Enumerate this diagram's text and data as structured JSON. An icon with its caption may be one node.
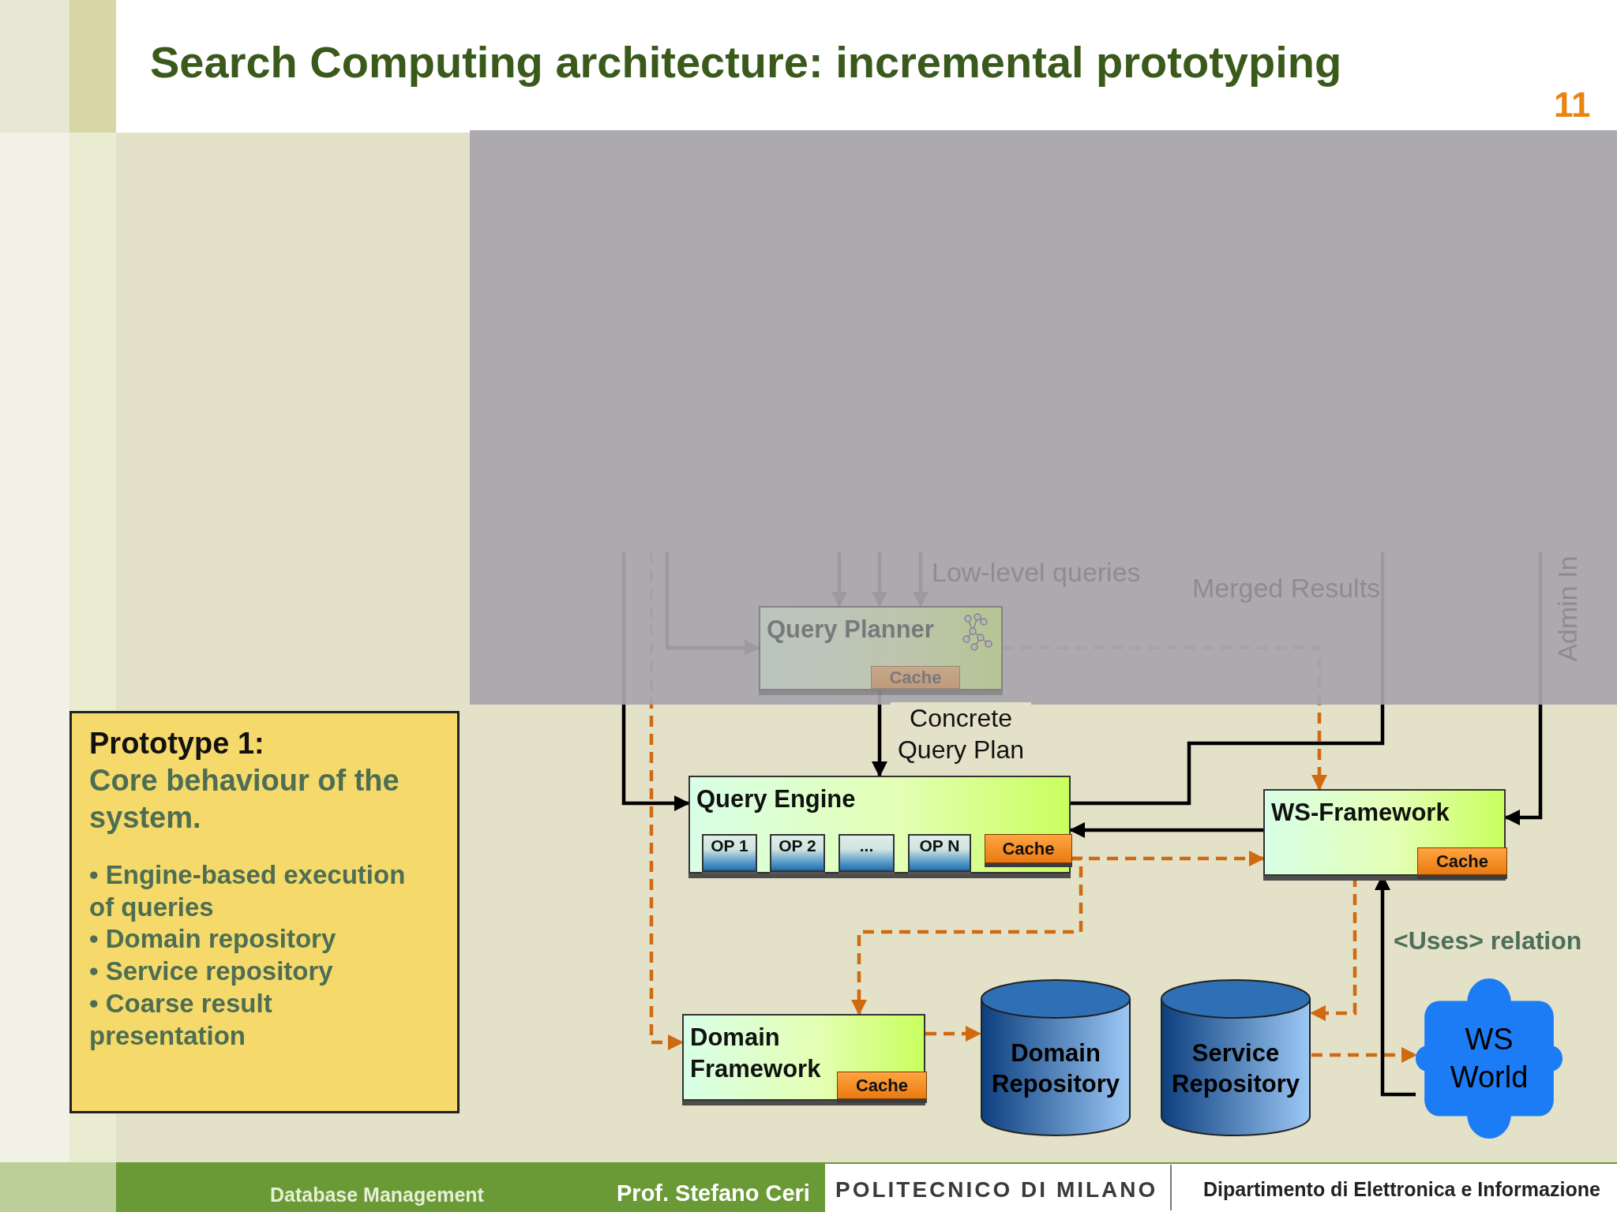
{
  "diagram": {
    "title": "Search Computing architecture: incremental prototyping",
    "nodes": [
      {
        "text": [
          "Prototype 1:",
          "Core behaviour of the system.",
          "• Engine-based execution of queries",
          "• Domain repository",
          "• Service repository",
          "• Coarse result presentation"
        ]
      },
      {
        "text": [
          "Query Planner"
        ]
      },
      {
        "text": [
          "Cache"
        ],
        "in": 1
      },
      {
        "text": [
          "Query Engine"
        ]
      },
      {
        "text": [
          "OP 1"
        ],
        "in": 3
      },
      {
        "text": [
          "OP 2"
        ],
        "in": 3
      },
      {
        "text": [
          "..."
        ],
        "in": 3
      },
      {
        "text": [
          "OP N"
        ],
        "in": 3
      },
      {
        "text": [
          "Cache"
        ],
        "in": 3
      },
      {
        "text": [
          "WS-Framework"
        ]
      },
      {
        "text": [
          "Cache"
        ],
        "in": 9
      },
      {
        "text": [
          "Domain Framework"
        ]
      },
      {
        "text": [
          "Cache"
        ],
        "in": 11
      },
      {
        "text": [
          "Domain Repository"
        ]
      },
      {
        "text": [
          "Service Repository"
        ]
      },
      {
        "text": [
          "WS World"
        ]
      }
    ],
    "edges": [
      {
        "from": null,
        "to": 1,
        "arrow": "to"
      },
      {
        "from": null,
        "to": 1,
        "arrow": "to"
      },
      {
        "from": null,
        "to": 1,
        "arrow": "to"
      },
      {
        "from": null,
        "to": 1,
        "arrow": "to"
      },
      {
        "from": null,
        "to": 3,
        "arrow": "to"
      },
      {
        "from": 1,
        "to": 3,
        "arrow": "to",
        "label": "Concrete Query Plan"
      },
      {
        "from": 3,
        "to": null,
        "arrow": "none"
      },
      {
        "from": 9,
        "to": 3,
        "arrow": "to"
      },
      {
        "from": null,
        "to": 9,
        "arrow": "to"
      },
      {
        "from": 1,
        "to": 9,
        "arrow": "to",
        "style": "dashed",
        "color": "#d06a10"
      },
      {
        "from": null,
        "to": 11,
        "arrow": "to",
        "style": "dashed",
        "color": "#d06a10"
      },
      {
        "from": 3,
        "to": 9,
        "arrow": "to",
        "style": "dashed",
        "color": "#d06a10"
      },
      {
        "from": 3,
        "to": 11,
        "arrow": "to",
        "style": "dashed",
        "color": "#d06a10"
      },
      {
        "from": 11,
        "to": 13,
        "arrow": "to",
        "style": "dashed",
        "color": "#d06a10"
      },
      {
        "from": 9,
        "to": 14,
        "arrow": "to",
        "style": "dashed",
        "color": "#d06a10"
      },
      {
        "from": 14,
        "to": 15,
        "arrow": "to",
        "style": "dashed",
        "color": "#d06a10"
      },
      {
        "from": 15,
        "to": 9,
        "arrow": "to",
        "label": "<Uses> relation"
      }
    ],
    "labels": [
      "Low-level queries",
      "Merged Results",
      "Admin In",
      "11",
      "Database Management",
      "Prof. Stefano Ceri",
      "POLITECNICO DI MILANO",
      "Dipartimento di Elettronica e Informazione"
    ]
  }
}
